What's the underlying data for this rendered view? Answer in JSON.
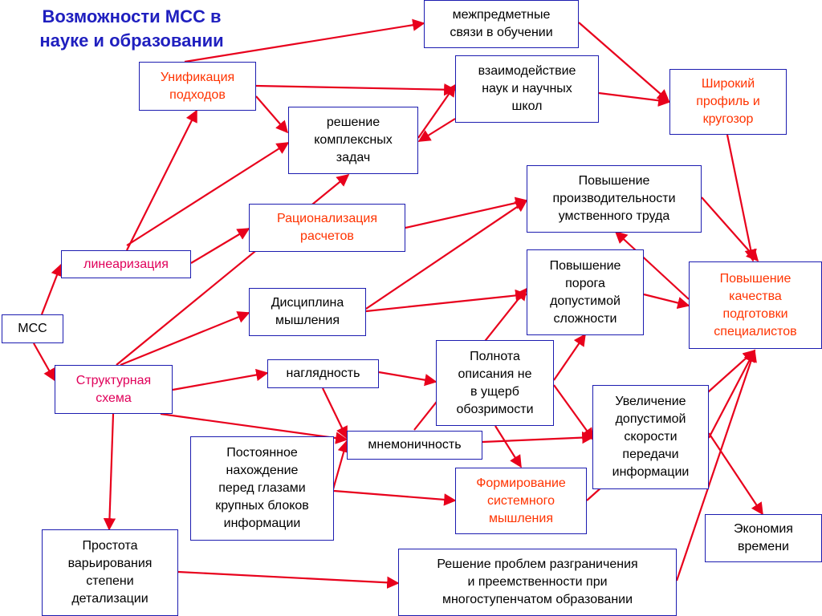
{
  "title": "Возможности  МСС  в\nнауке и образовании",
  "colors": {
    "box_border": "#1c1cb0",
    "arrow": "#e8001c",
    "title": "#1f1fbf",
    "accent_text": "#ff3300",
    "pink_text": "#e0005a"
  },
  "nodes": {
    "mss": "МСС",
    "linearization": "линеаризация",
    "structural_scheme": "Структурная\nсхема",
    "unification": "Унификация\nподходов",
    "interdisciplinary": "межпредметные\nсвязи в обучении",
    "interaction": "взаимодействие\nнаук и научных\nшкол",
    "complex_tasks": "решение\nкомплексных\nзадач",
    "broad_profile": "Широкий\nпрофиль и\nкругозор",
    "rationalization": "Рационализация\nрасчетов",
    "productivity": "Повышение\nпроизводительности\nумственного труда",
    "discipline": "Дисциплина\nмышления",
    "complexity_threshold": "Повышение\nпорога\nдопустимой\nсложности",
    "quality": "Повышение\nкачества\nподготовки\nспециалистов",
    "visibility": "наглядность",
    "completeness": "Полнота\nописания не\nв ущерб\nобозримости",
    "speed": "Увеличение\nдопустимой\nскорости\nпередачи\nинформации",
    "mnemonic": "мнемоничность",
    "constant_view": "Постоянное\nнахождение\nперед глазами\nкрупных блоков\nинформации",
    "system_thinking": "Формирование\nсистемного\nмышления",
    "time_saving": "Экономия\nвремени",
    "simplicity": "Простота\nварьирования\nстепени\nдетализации",
    "multilevel": "Решение проблем разграничения\nи преемственности при\nмногоступенчатом образовании"
  }
}
